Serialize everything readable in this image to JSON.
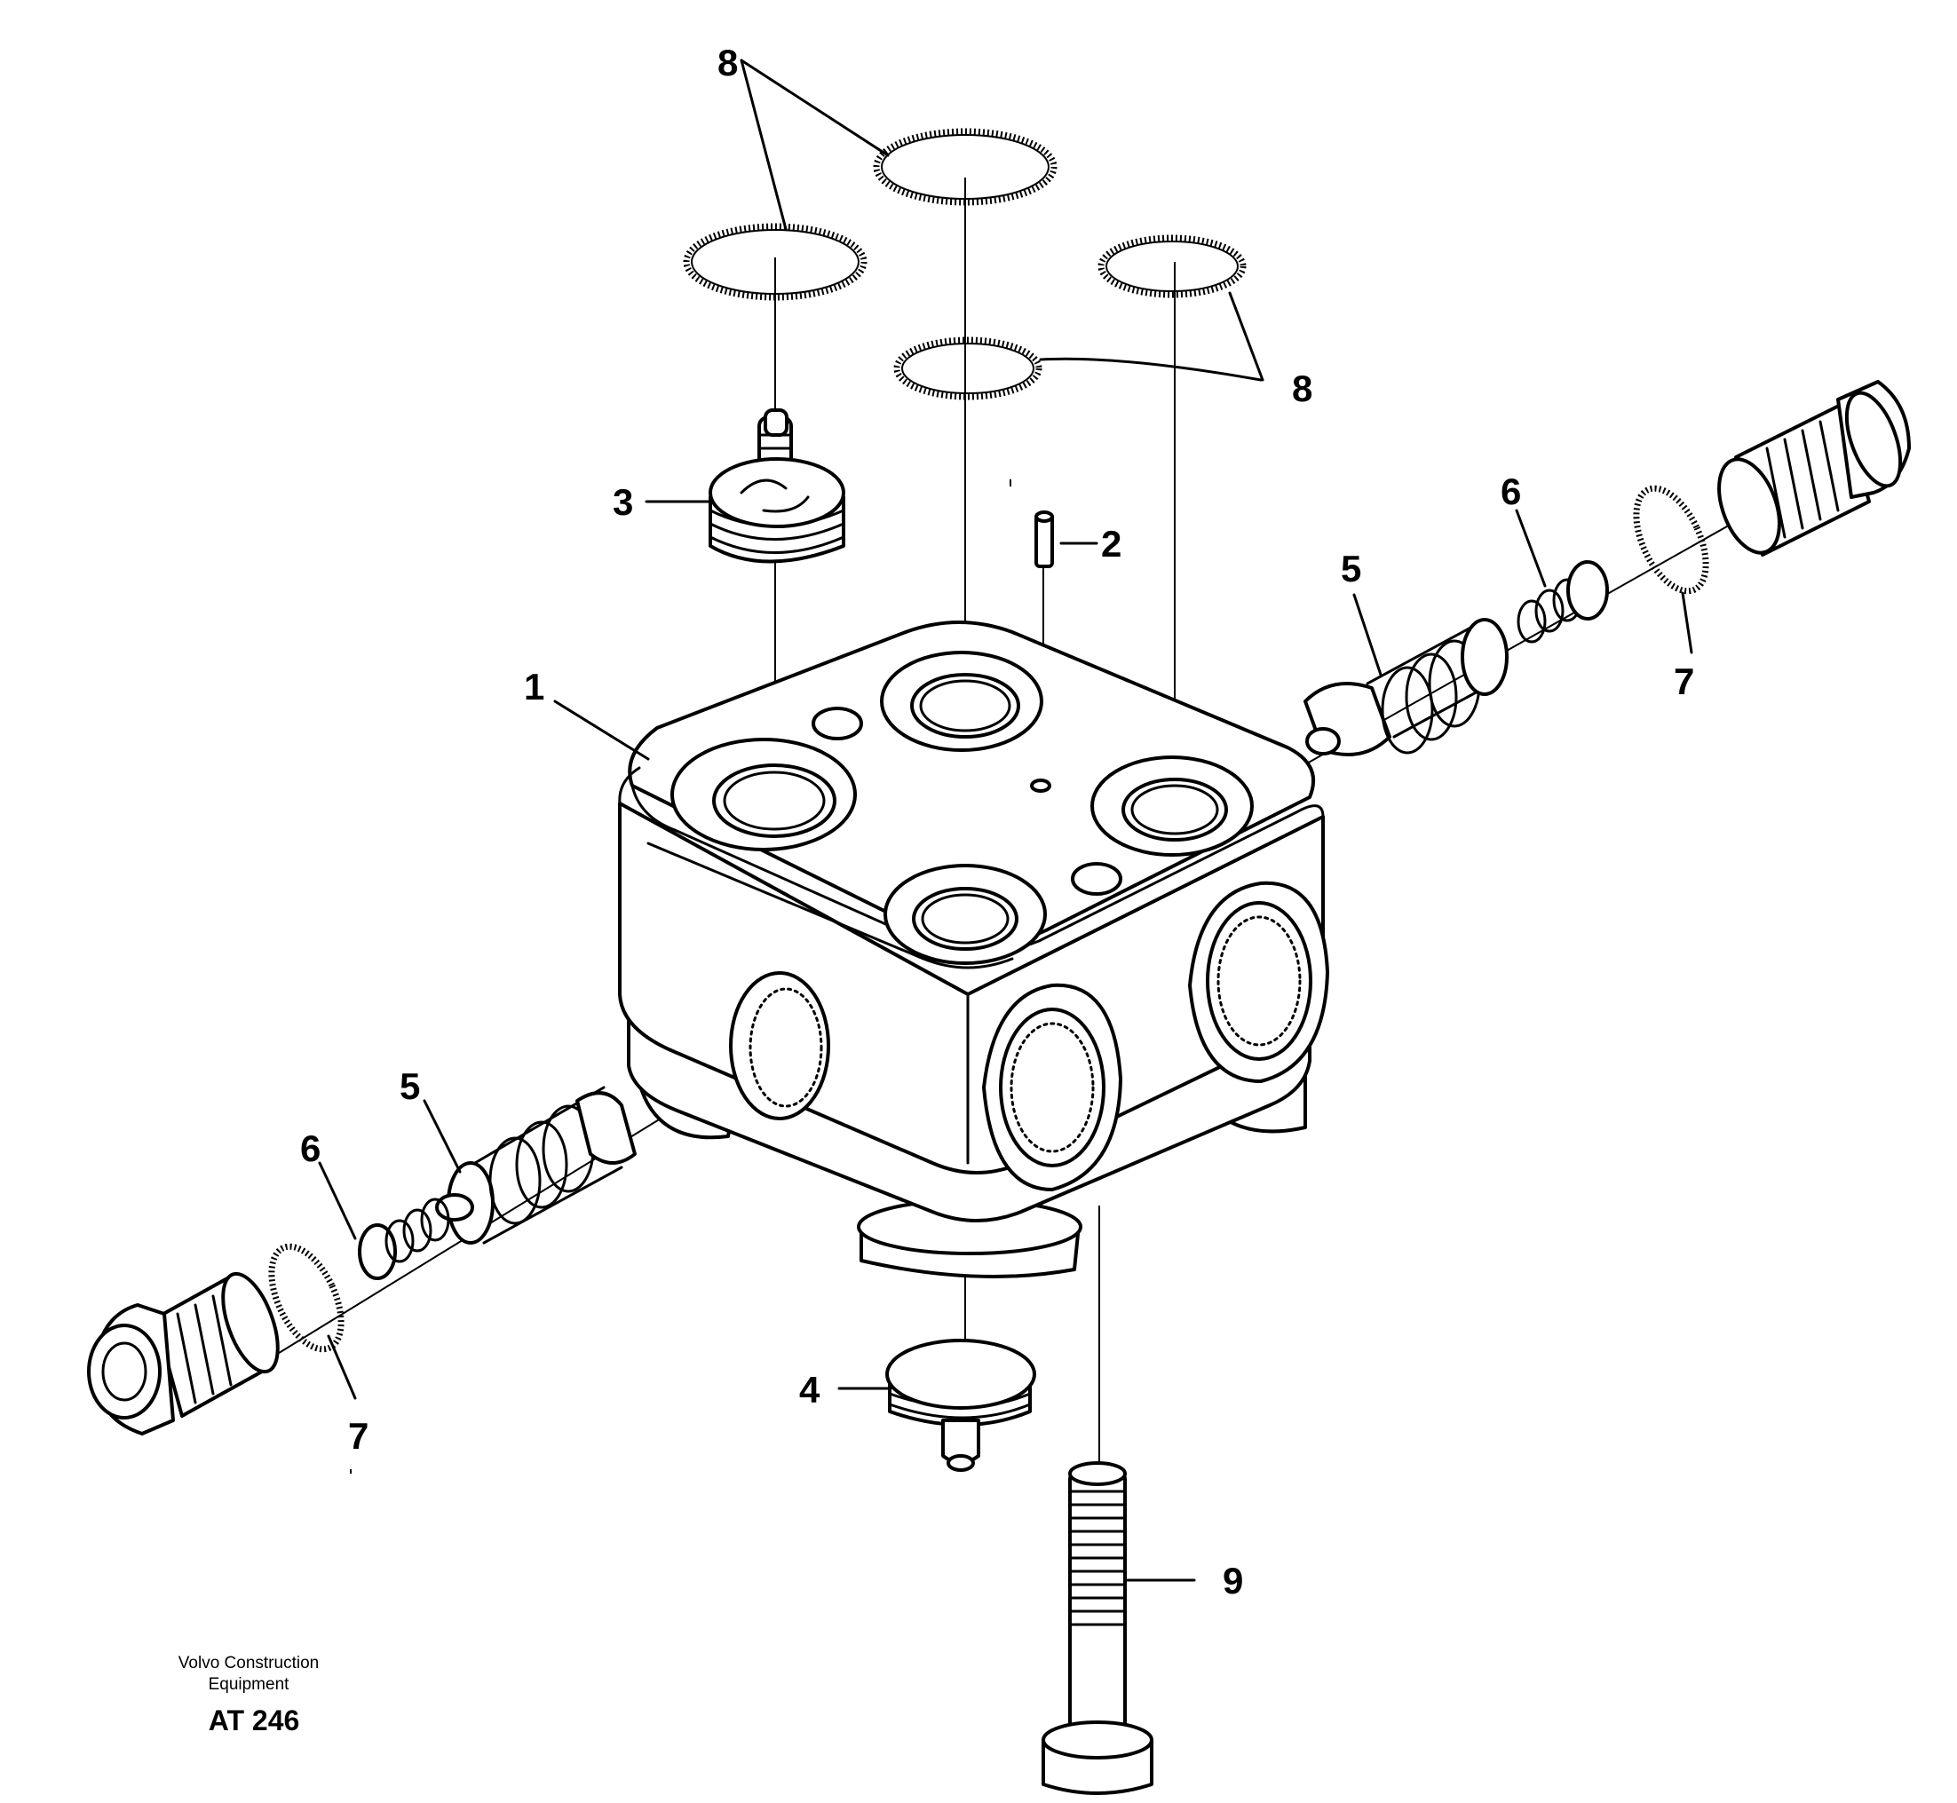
{
  "callouts": {
    "c1": "1",
    "c2": "2",
    "c3": "3",
    "c4": "4",
    "c5_right": "5",
    "c5_left": "5",
    "c6_right": "6",
    "c6_left": "6",
    "c7_right": "7",
    "c7_left": "7",
    "c8_top": "8",
    "c8_right": "8",
    "c9": "9"
  },
  "caption": {
    "company_line1": "Volvo Construction",
    "company_line2": "Equipment",
    "code": "AT 246"
  }
}
